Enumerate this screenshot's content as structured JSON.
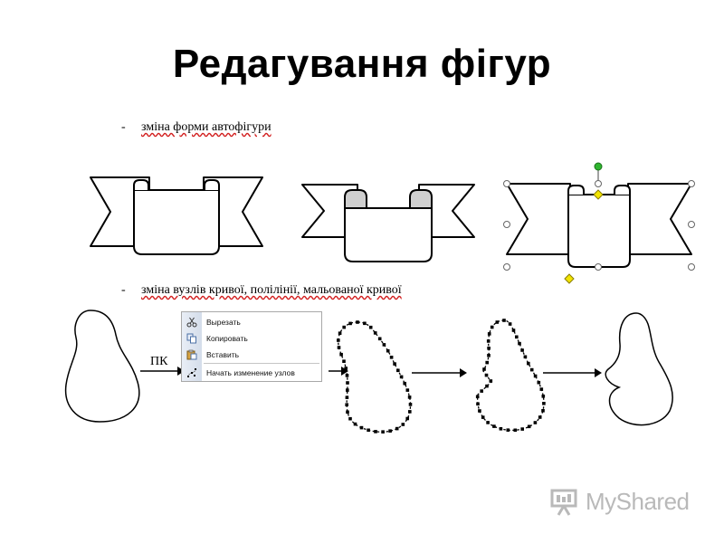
{
  "title": "Редагування фігур",
  "bullets": [
    {
      "dash": "-",
      "text": "зміна форми автофігури"
    },
    {
      "dash": "-",
      "text": "зміна вузлів кривої, полілінії, мальованої кривої"
    }
  ],
  "arrow_label": "ПК",
  "context_menu": {
    "items": [
      {
        "label": "Вырезать",
        "icon": "scissors-icon"
      },
      {
        "label": "Копировать",
        "icon": "copy-icon"
      },
      {
        "label": "Вставить",
        "icon": "paste-icon"
      },
      {
        "label": "Начать изменение узлов",
        "icon": "edit-points-icon"
      }
    ]
  },
  "logo": {
    "text": "MyShared",
    "icon": "presentation-board-icon"
  },
  "colors": {
    "handle_rotate": "#2fb52f",
    "handle_adjust": "#f2e400",
    "menu_strip": "#dbe3ee",
    "logo_gray": "#b9b9b9"
  }
}
